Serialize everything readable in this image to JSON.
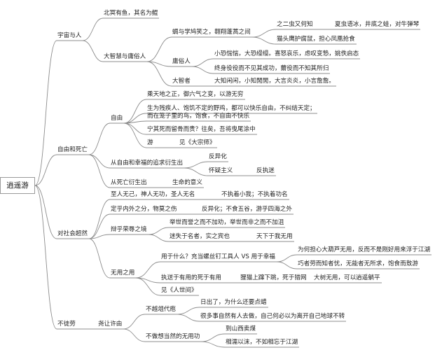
{
  "root": "逍遥游",
  "branches": [
    {
      "label": "宇宙与人",
      "children": [
        {
          "label": "北冥有鱼，其名为鲲"
        },
        {
          "label": "大智慧与庸俗人",
          "children": [
            {
              "label": "蜩与学鸠笑之，翱翔蓬蒿之间",
              "children": [
                {
                  "label": "之二虫又何知",
                  "children": [
                    {
                      "label": "夏虫语冰，井底之蛙，对牛弹琴"
                    }
                  ]
                },
                {
                  "label": "猫头鹰护腐鼠，担心凤凰抢食"
                }
              ]
            },
            {
              "label": "庸俗人",
              "children": [
                {
                  "label": "小恐惴惴，大恐缦缦。喜怒哀乐，虑叹变慹，姚佚启态"
                },
                {
                  "label": "终身役役而不见其成功，薾役而不知其所归"
                }
              ]
            },
            {
              "label": "大智者",
              "children": [
                {
                  "label": "大知闲闲，小知閒閒，大言炎炎，小言詹詹。"
                }
              ]
            }
          ]
        }
      ]
    },
    {
      "label": "自由和死亡",
      "children": [
        {
          "label": "自由",
          "children": [
            {
              "label": "乘天地之正，御六气之变，以游无穷"
            },
            {
              "label": "生为残疾人、饱饥不定的野鸡，都可以快乐自由，不纠结天定；"
            },
            {
              "label": "而在笼子里的鸟，饱食，不自由不快乐"
            },
            {
              "label": "宁其死而留骨而贵？往矣，吾将曳尾涂中"
            },
            {
              "label": "游",
              "children": [
                {
                  "label": "见《大宗师》"
                }
              ]
            }
          ]
        },
        {
          "label": "从自由和幸福的追求衍生出",
          "children": [
            {
              "label": "反异化"
            },
            {
              "label": "怀疑主义",
              "children": [
                {
                  "label": "反执迷"
                }
              ]
            }
          ]
        },
        {
          "label": "从死亡衍生出",
          "children": [
            {
              "label": "生命的意义"
            }
          ]
        }
      ]
    },
    {
      "label": "对社会超然",
      "children": [
        {
          "label": "至人无己，神人无功，圣人无名",
          "children": [
            {
              "label": "不执着小我；不执着功名"
            }
          ]
        },
        {
          "label": "定乎内外之分，物莫之伤",
          "children": [
            {
              "label": "反异化；不食五谷，游乎四海之外"
            }
          ]
        },
        {
          "label": "辩乎荣辱之境",
          "children": [
            {
              "label": "举世而誉之而不加劝，举世而非之而不加沮"
            },
            {
              "label": "迷失于名者，实之宾也",
              "children": [
                {
                  "label": "天下于我无用"
                }
              ]
            }
          ]
        },
        {
          "label": "无用之用",
          "children": [
            {
              "label": "用于什么？充当螺丝钉工具人 VS 用于幸福",
              "children": [
                {
                  "label": "为何担心大葫芦无用，反而不是刚好用来浮于江湖"
                },
                {
                  "label": "巧者劳而知者忧，无能者无所求，饱食而敖游"
                }
              ]
            },
            {
              "label": "执送于有用的死于有用",
              "children": [
                {
                  "label": "狸猫上蹿下跳，死于猎网"
                },
                {
                  "label": "大树无用，可以逍遥躺平"
                }
              ]
            },
            {
              "label": "见《人世间》"
            }
          ]
        }
      ]
    },
    {
      "label": "不徒劳",
      "children": [
        {
          "label": "尧让许由",
          "children": [
            {
              "label": "不越俎代庖",
              "children": [
                {
                  "label": "日出了，为什么还要点蜡"
                },
                {
                  "label": "很多事自然有人去做，自己何必以为离开自己地球不转"
                }
              ]
            },
            {
              "label": "不做想当然的无用功",
              "children": [
                {
                  "label": "到山西卖煤"
                },
                {
                  "label": "相濡以沫，不如相忘于江湖"
                }
              ]
            }
          ]
        }
      ]
    }
  ]
}
